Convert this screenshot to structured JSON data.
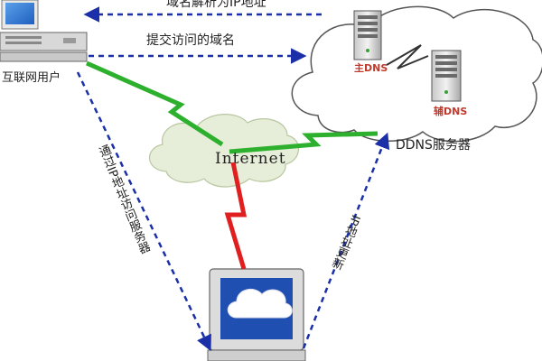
{
  "labels": {
    "resolve_domain": "域名解析为IP地址",
    "submit_domain": "提交访问的域名",
    "internet_user": "互联网用户",
    "primary_dns": "主DNS",
    "secondary_dns": "辅DNS",
    "ddns_server": "DDNS服务器",
    "internet": "Internet",
    "access_server_by_ip": "通过IP地址访问服务器",
    "ip_update": "IP地址更新"
  },
  "colors": {
    "arrow": "#1a2fa8",
    "internet_link": "#2db02d",
    "update_link": "#e02020",
    "server_label": "#c0392b"
  },
  "icons": [
    "user-computer-icon",
    "primary-dns-server-icon",
    "secondary-dns-server-icon",
    "internet-cloud-icon",
    "ddns-cloud-icon",
    "web-server-computer-icon"
  ]
}
